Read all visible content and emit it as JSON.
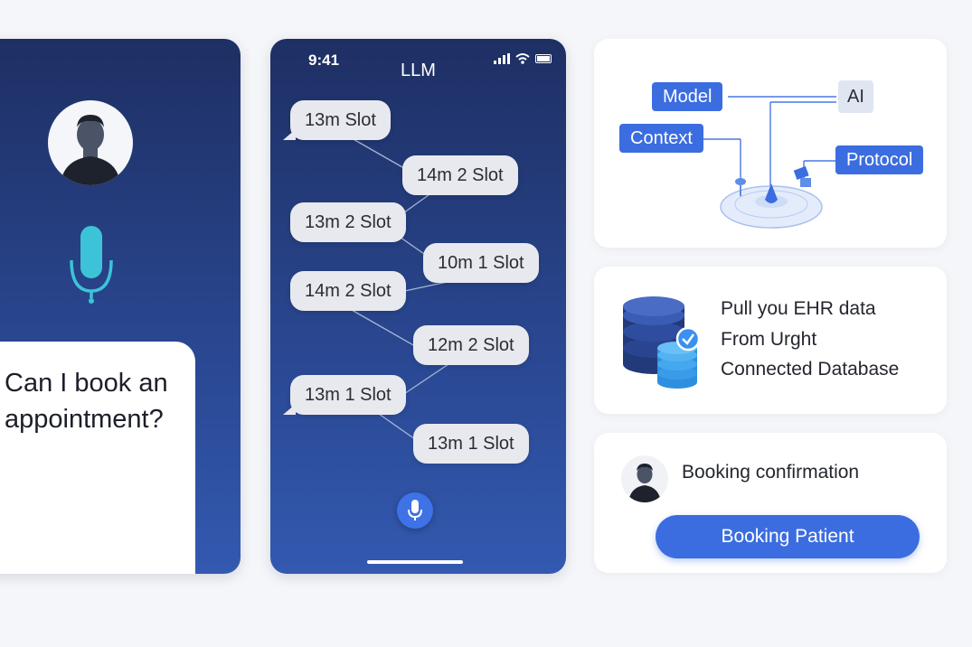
{
  "phone_left": {
    "question": "Can I book an appointment?",
    "colors": {
      "mic": "#3cc3d8",
      "background": "#263d80"
    }
  },
  "phone_right": {
    "time": "9:41",
    "title": "LLM",
    "slots": [
      {
        "label": "13m Slot"
      },
      {
        "label": "14m 2 Slot"
      },
      {
        "label": "13m 2 Slot"
      },
      {
        "label": "10m 1 Slot"
      },
      {
        "label": "14m 2 Slot"
      },
      {
        "label": "12m 2 Slot"
      },
      {
        "label": "13m 1 Slot"
      },
      {
        "label": "13m 1 Slot"
      }
    ]
  },
  "diagram_card": {
    "model": "Model",
    "ai": "AI",
    "context": "Context",
    "protocol": "Protocol"
  },
  "database_card": {
    "lines": [
      "Pull you EHR data",
      "From Urght",
      "Connected Database"
    ]
  },
  "booking_card": {
    "title": "Booking confirmation",
    "button": "Booking Patient",
    "colors": {
      "accent": "#3b6de0"
    }
  }
}
